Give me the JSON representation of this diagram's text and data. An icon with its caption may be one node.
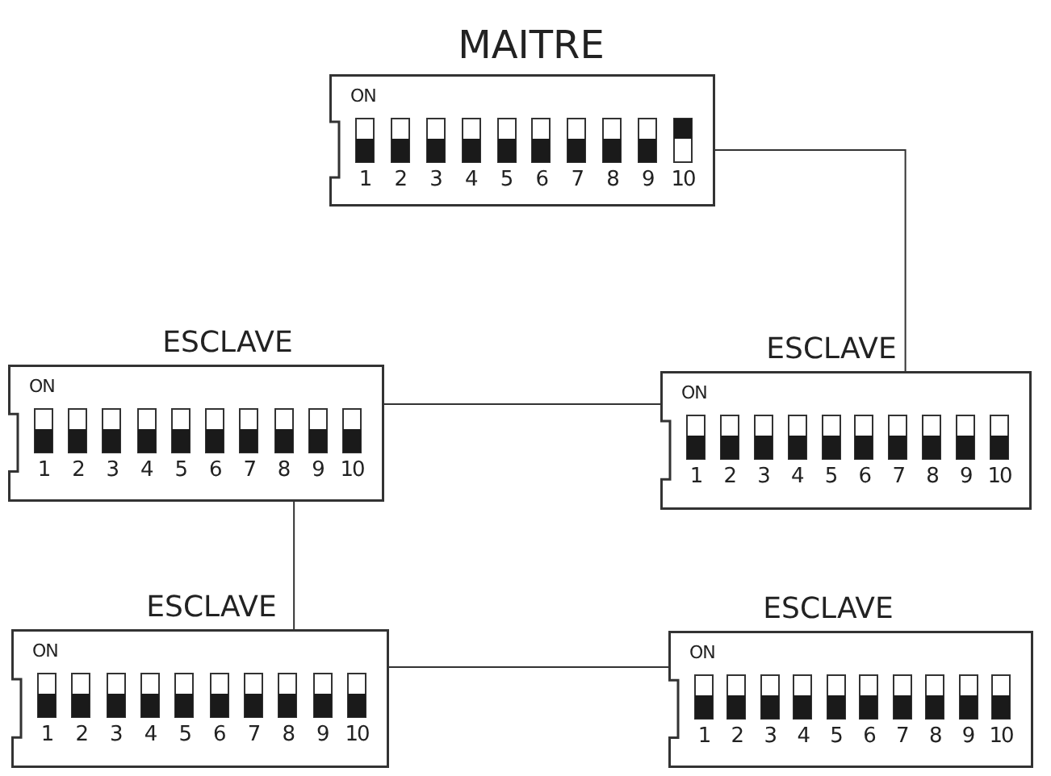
{
  "diagram": {
    "nodes": [
      {
        "text": [
          "MAITRE",
          "ON",
          "1",
          "2",
          "3",
          "4",
          "5",
          "6",
          "7",
          "8",
          "9",
          "10"
        ]
      },
      {
        "text": [
          "ESCLAVE",
          "ON",
          "1",
          "2",
          "3",
          "4",
          "5",
          "6",
          "7",
          "8",
          "9",
          "10"
        ]
      },
      {
        "text": [
          "ESCLAVE",
          "ON",
          "1",
          "2",
          "3",
          "4",
          "5",
          "6",
          "7",
          "8",
          "9",
          "10"
        ]
      },
      {
        "text": [
          "ESCLAVE",
          "ON",
          "1",
          "2",
          "3",
          "4",
          "5",
          "6",
          "7",
          "8",
          "9",
          "10"
        ]
      },
      {
        "text": [
          "ESCLAVE",
          "ON",
          "1",
          "2",
          "3",
          "4",
          "5",
          "6",
          "7",
          "8",
          "9",
          "10"
        ]
      }
    ],
    "edges": [
      {
        "from": 0,
        "to": 2,
        "arrow": "none"
      },
      {
        "from": 1,
        "to": 2,
        "arrow": "none"
      },
      {
        "from": 1,
        "to": 3,
        "arrow": "none"
      },
      {
        "from": 3,
        "to": 4,
        "arrow": "none"
      }
    ]
  }
}
